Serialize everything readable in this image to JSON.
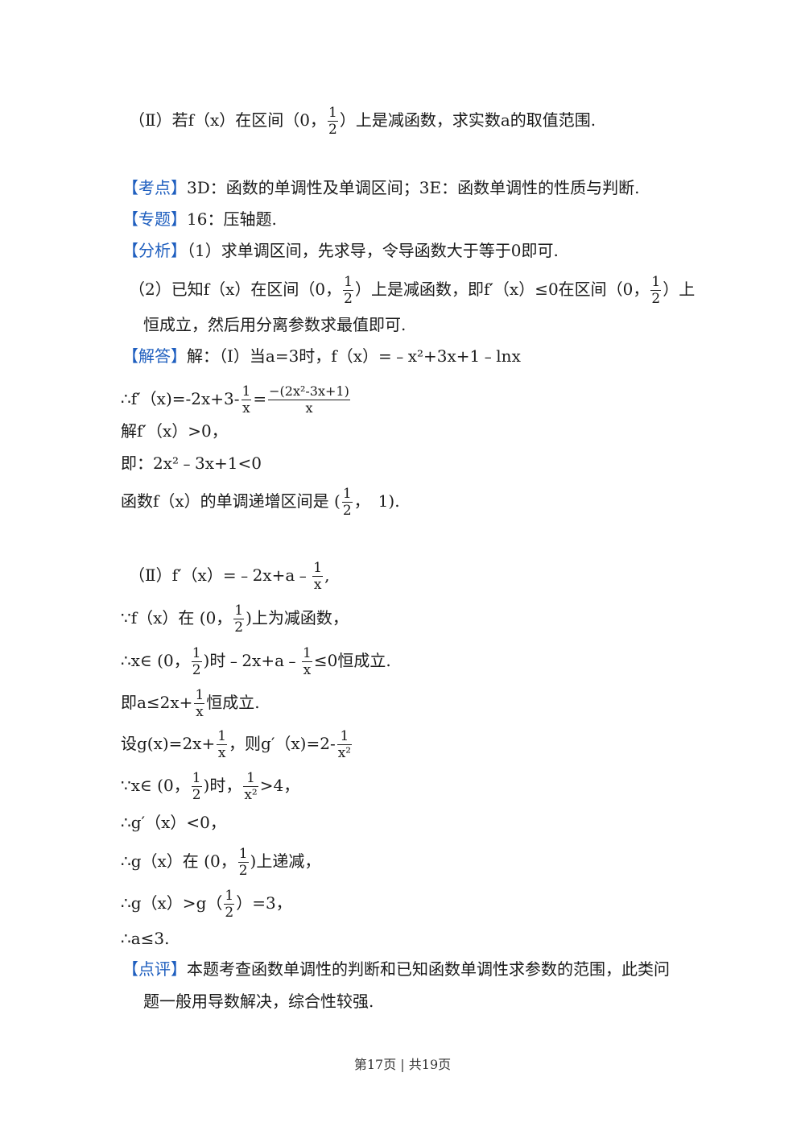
{
  "part2_question": {
    "pre": "（Ⅱ）若f（x）在区间（0，",
    "post": "）上是减函数，求实数a的取值范围."
  },
  "half": {
    "num": "1",
    "den": "2"
  },
  "kaodian": {
    "tag": "【考点】",
    "text": "3D：函数的单调性及单调区间；3E：函数单调性的性质与判断."
  },
  "zhuanti": {
    "tag": "【专题】",
    "text": "16：压轴题."
  },
  "fenxi": {
    "tag": "【分析】",
    "line1": "（1）求单调区间，先求导，令导函数大于等于0即可.",
    "line2_pre": "（2）已知f（x）在区间（0，",
    "line2_mid": "）上是减函数，即f′（x）≤0在区间（0，",
    "line2_post": "）上",
    "line3": "恒成立，然后用分离参数求最值即可."
  },
  "jieda": {
    "tag": "【解答】",
    "text": "解：（Ⅰ）当a=3时，f（x）=﹣x²+3x+1﹣lnx"
  },
  "deriv": {
    "pre": "∴f′（x)=-2x+3-",
    "num1": "1",
    "den1": "x",
    "eq": "=",
    "num2": "−(2x²-3x+1)",
    "den2": "x"
  },
  "solve": "解f′（x）>0，",
  "ji": "即：2x²﹣3x+1<0",
  "interval": {
    "pre": "函数f（x）的单调递增区间是 (",
    "post": "，　1)."
  },
  "p2_deriv": {
    "pre": "（Ⅱ）f′（x）=﹣2x+a﹣",
    "num": "1",
    "den": "x",
    "post": ","
  },
  "since1": {
    "pre": "∵f（x）在 (0，",
    "post": ")上为减函数，"
  },
  "therefore1": {
    "pre": "∴x∈ (0，",
    "mid": ")时﹣2x+a﹣",
    "num": "1",
    "den": "x",
    "post": "≤0恒成立."
  },
  "ji2": {
    "pre": "即a≤2x+",
    "num": "1",
    "den": "x",
    "post": "恒成立."
  },
  "let_g": {
    "pre": "设g(x)=2x+",
    "num": "1",
    "den": "x",
    "mid": "，则g′（x)=2-",
    "num2": "1",
    "den2": "x²"
  },
  "since2": {
    "pre": "∵x∈ (0，",
    "mid": ")时，",
    "num": "1",
    "den": "x²",
    "post": ">4，"
  },
  "gprime": "∴g′（x）<0，",
  "gdec": {
    "pre": "∴g（x）在 (0，",
    "post": ")上递减，"
  },
  "gval": {
    "pre": "∴g（x）>g（",
    "post": "）=3，"
  },
  "result": "∴a≤3.",
  "dianping": {
    "tag": "【点评】",
    "line1": "本题考查函数单调性的判断和已知函数单调性求参数的范围，此类问",
    "line2": "题一般用导数解决，综合性较强."
  },
  "footer": "第17页 | 共19页"
}
